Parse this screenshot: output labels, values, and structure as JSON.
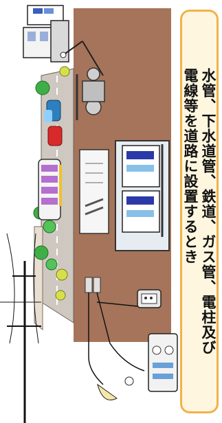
{
  "caption": {
    "text": "水管、下水道管、鉄道、ガス管、電柱及び\n電線等を道路に設置するとき"
  },
  "scene_elements": [
    "power-pole",
    "street-lamp",
    "trees",
    "cars",
    "bus",
    "buildings",
    "subway-train",
    "conduit-pipes",
    "water-tanks",
    "antenna-dish",
    "telephone",
    "manhole-shaft"
  ],
  "colors": {
    "ground": "#a5745a",
    "caption_border": "#f0b24a",
    "caption_bg": "#fff6df"
  }
}
